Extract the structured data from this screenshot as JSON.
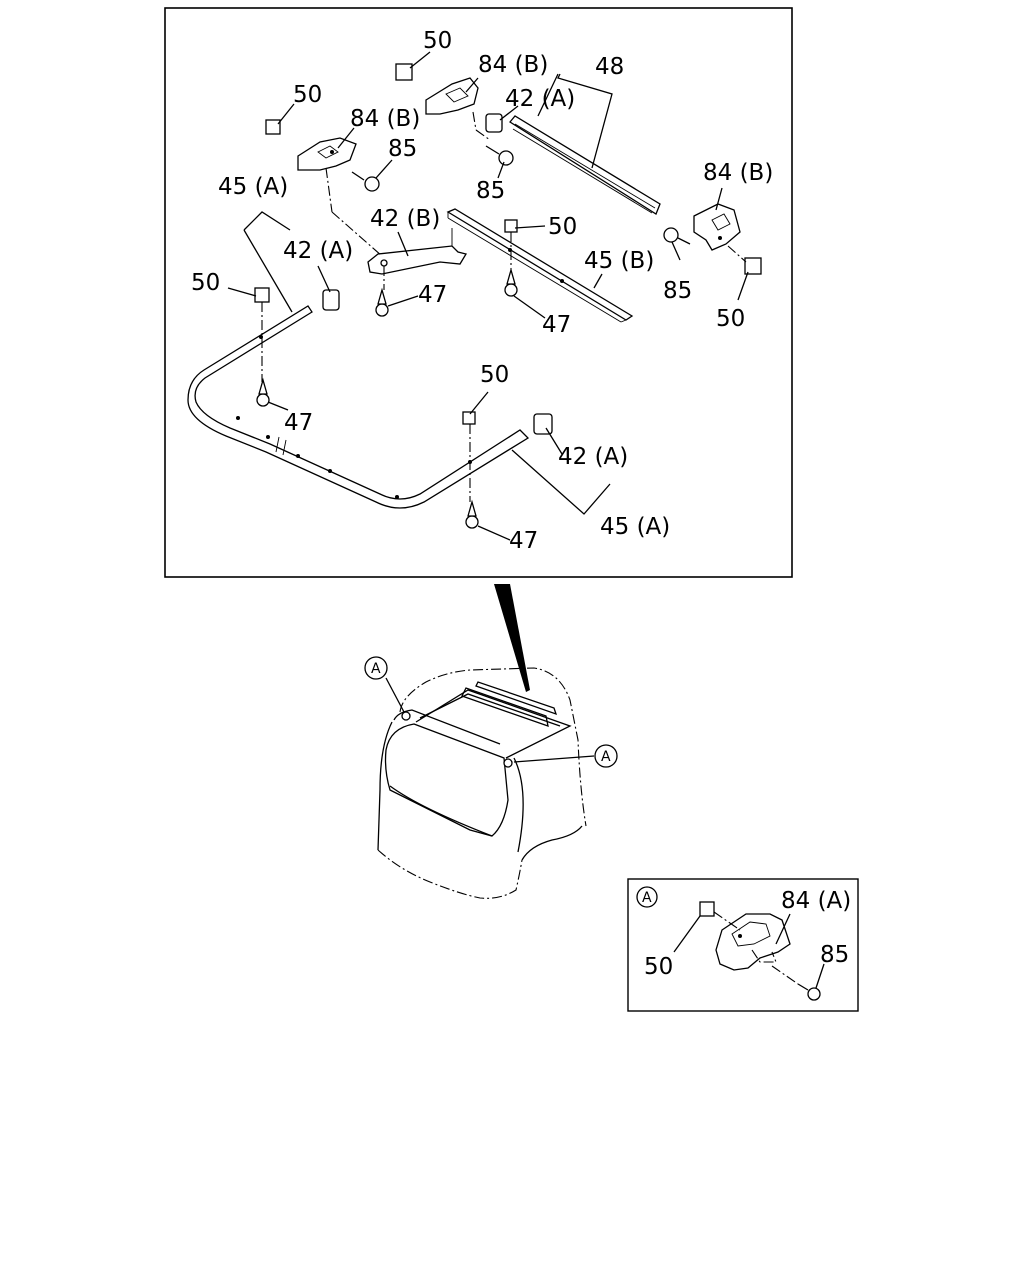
{
  "callouts": {
    "c50_a": "50",
    "c50_b": "50",
    "c50_c": "50",
    "c50_d": "50",
    "c50_e": "50",
    "c50_f": "50",
    "c84b_a": "84 (B)",
    "c84b_b": "84 (B)",
    "c84b_c": "84 (B)",
    "c48": "48",
    "c42a_a": "42 (A)",
    "c42a_b": "42 (A)",
    "c42a_c": "42 (A)",
    "c42b": "42 (B)",
    "c85_a": "85",
    "c85_b": "85",
    "c85_c": "85",
    "c45a_a": "45 (A)",
    "c45a_b": "45 (A)",
    "c45b": "45 (B)",
    "c47_a": "47",
    "c47_b": "47",
    "c47_c": "47",
    "c47_d": "47"
  },
  "view_markers": {
    "a1": "A",
    "a2": "A"
  },
  "detail_a": {
    "marker": "A",
    "c84a": "84 (A)",
    "c50": "50",
    "c85": "85"
  }
}
